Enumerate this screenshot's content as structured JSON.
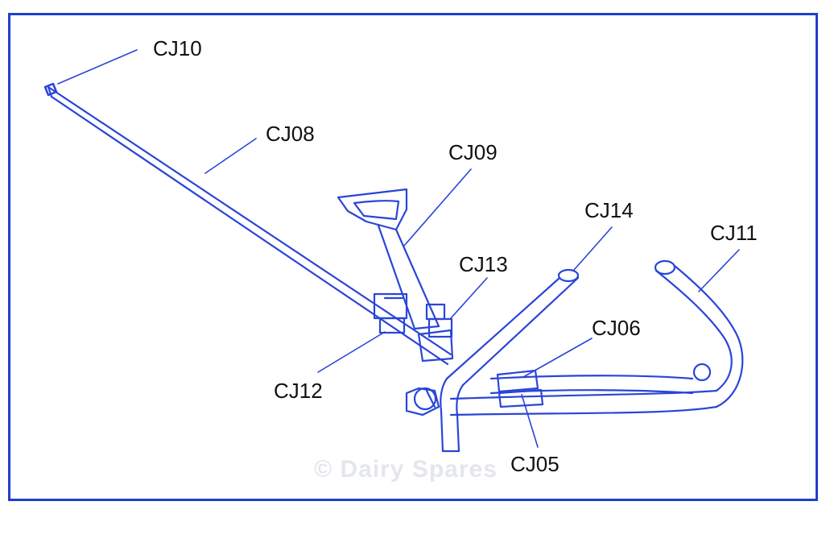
{
  "colors": {
    "frame": "#1e3fcc",
    "line": "#2a45d8",
    "text": "#111111",
    "watermark": "#e4e6ee"
  },
  "watermark": "© Dairy Spares",
  "parts": [
    {
      "id": "cj10",
      "label": "CJ10"
    },
    {
      "id": "cj08",
      "label": "CJ08"
    },
    {
      "id": "cj09",
      "label": "CJ09"
    },
    {
      "id": "cj14",
      "label": "CJ14"
    },
    {
      "id": "cj11",
      "label": "CJ11"
    },
    {
      "id": "cj13",
      "label": "CJ13"
    },
    {
      "id": "cj06",
      "label": "CJ06"
    },
    {
      "id": "cj12",
      "label": "CJ12"
    },
    {
      "id": "cj05",
      "label": "CJ05"
    }
  ]
}
